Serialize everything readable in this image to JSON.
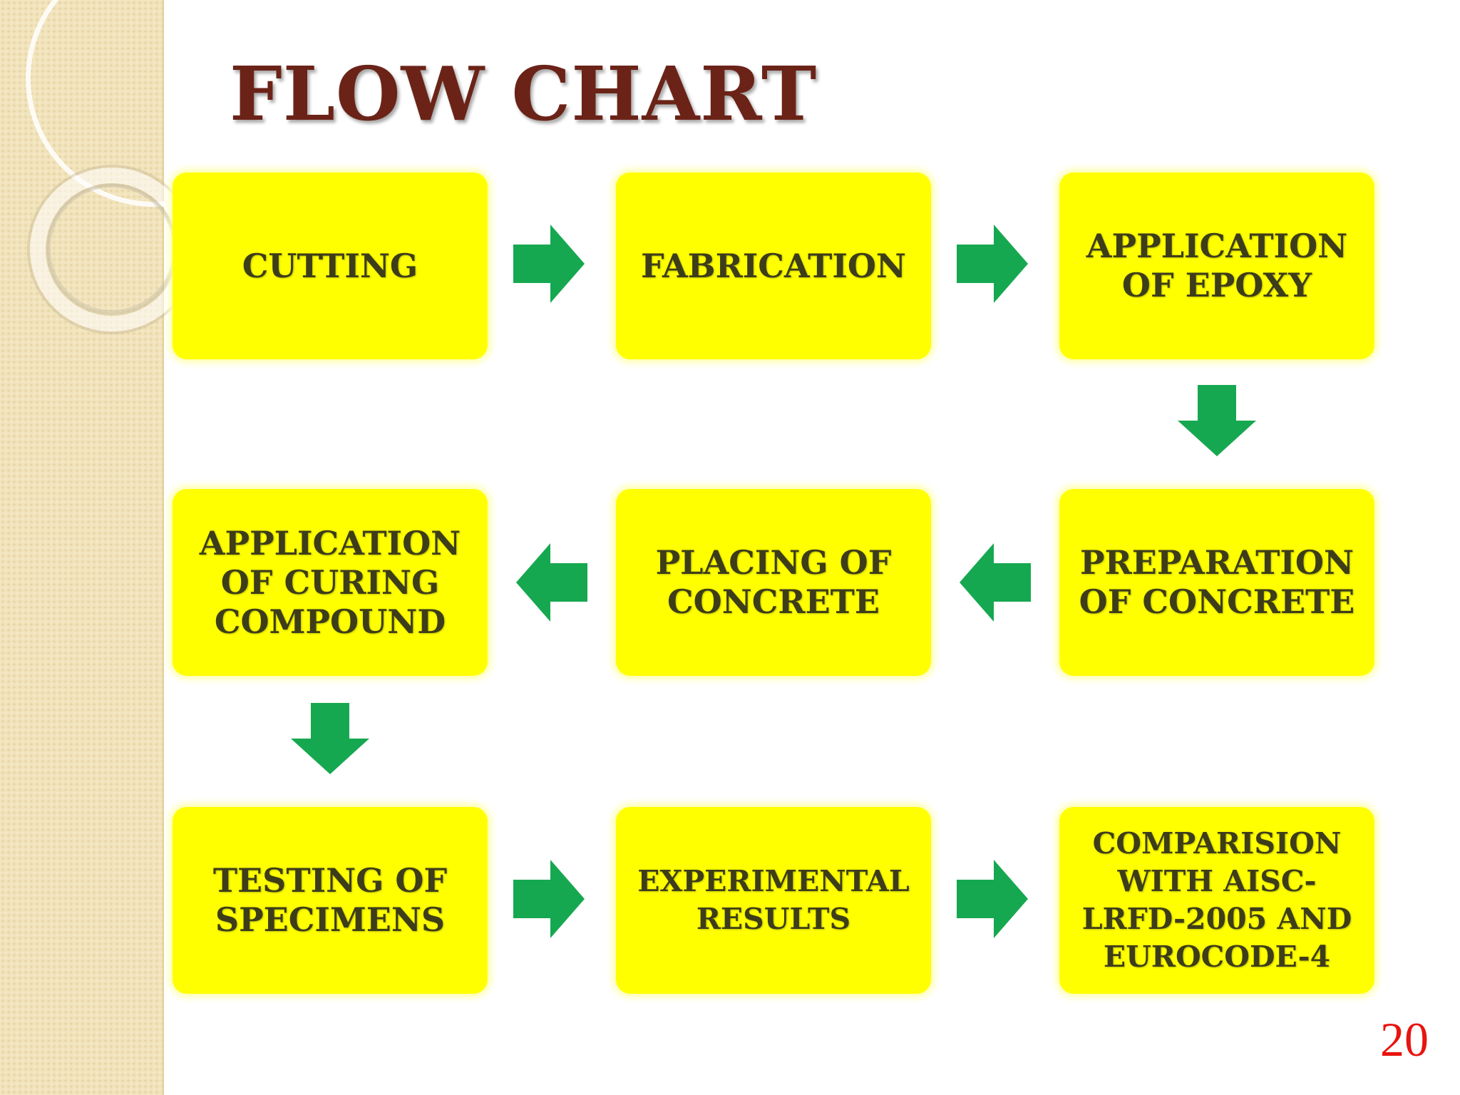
{
  "slide": {
    "title": "FLOW CHART",
    "page_number": "20"
  },
  "colors": {
    "box_fill": "#ffff00",
    "arrow_fill": "#16a850",
    "title_color": "#6b2318",
    "page_number_color": "#e8140f"
  },
  "flow": {
    "steps": [
      {
        "label": "CUTTING"
      },
      {
        "label": "FABRICATION"
      },
      {
        "label": "APPLICATION\nOF EPOXY"
      },
      {
        "label": "PREPARATION\nOF CONCRETE"
      },
      {
        "label": "PLACING OF\nCONCRETE"
      },
      {
        "label": "APPLICATION\nOF CURING\nCOMPOUND"
      },
      {
        "label": "TESTING OF\nSPECIMENS"
      },
      {
        "label": "EXPERIMENTAL\nRESULTS"
      },
      {
        "label": "COMPARISION\nWITH AISC-\nLRFD-2005 AND\nEUROCODE-4"
      }
    ],
    "arrows": [
      {
        "from": "CUTTING",
        "to": "FABRICATION",
        "direction": "right",
        "icon": "arrow-right-icon"
      },
      {
        "from": "FABRICATION",
        "to": "APPLICATION OF EPOXY",
        "direction": "right",
        "icon": "arrow-right-icon"
      },
      {
        "from": "APPLICATION OF EPOXY",
        "to": "PREPARATION OF CONCRETE",
        "direction": "down",
        "icon": "arrow-down-icon"
      },
      {
        "from": "PREPARATION OF CONCRETE",
        "to": "PLACING OF CONCRETE",
        "direction": "left",
        "icon": "arrow-left-icon"
      },
      {
        "from": "PLACING OF CONCRETE",
        "to": "APPLICATION OF CURING COMPOUND",
        "direction": "left",
        "icon": "arrow-left-icon"
      },
      {
        "from": "APPLICATION OF CURING COMPOUND",
        "to": "TESTING OF SPECIMENS",
        "direction": "down",
        "icon": "arrow-down-icon"
      },
      {
        "from": "TESTING OF SPECIMENS",
        "to": "EXPERIMENTAL RESULTS",
        "direction": "right",
        "icon": "arrow-right-icon"
      },
      {
        "from": "EXPERIMENTAL RESULTS",
        "to": "COMPARISION WITH AISC-LRFD-2005 AND EUROCODE-4",
        "direction": "right",
        "icon": "arrow-right-icon"
      }
    ]
  }
}
